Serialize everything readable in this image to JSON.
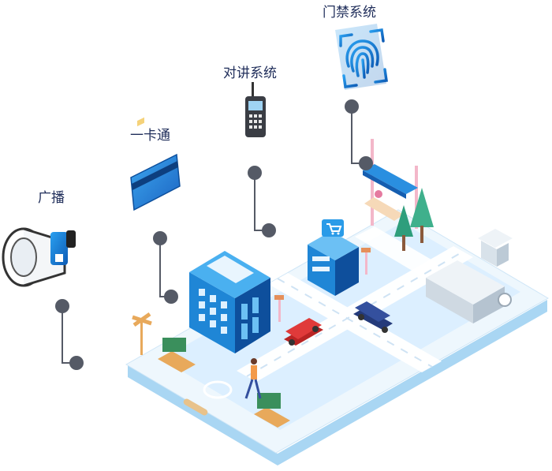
{
  "labels": {
    "broadcast": "广播",
    "card": "一卡通",
    "intercom": "对讲系统",
    "access": "门禁系统"
  },
  "colors": {
    "phone_base": "#eaf5fd",
    "phone_edge": "#a9d6f3",
    "screen": "#dcefff",
    "road": "#ffffff",
    "primary_blue": "#1f86d6",
    "dark_blue": "#0e4f9c",
    "connector": "#555a66",
    "tree_green": "#2e9e7c",
    "car_red": "#e03a3a",
    "car_blue": "#34509e"
  },
  "icons": [
    "megaphone-icon",
    "card-icon",
    "walkie-talkie-icon",
    "fingerprint-icon",
    "shopping-cart-icon"
  ]
}
